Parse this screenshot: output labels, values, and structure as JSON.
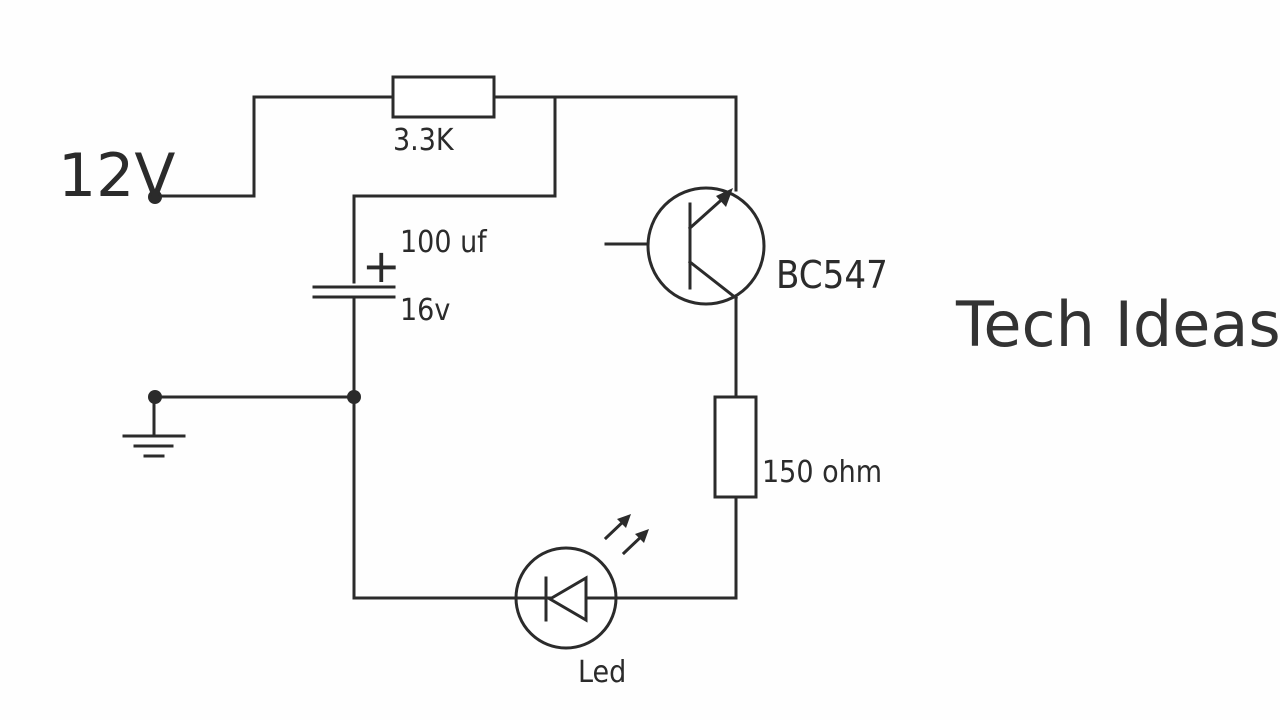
{
  "supply": {
    "label": "12V"
  },
  "components": {
    "r1": {
      "label": "3.3K"
    },
    "capacitor": {
      "value": "100 uf",
      "voltage": "16v",
      "polarity": "+"
    },
    "transistor": {
      "label": "BC547"
    },
    "r2": {
      "label": "150 ohm"
    },
    "led": {
      "label": "Led"
    }
  },
  "brand": {
    "text": "Tech Ideas"
  },
  "colors": {
    "ink": "#2b2b2b",
    "background": "#ffffff"
  }
}
